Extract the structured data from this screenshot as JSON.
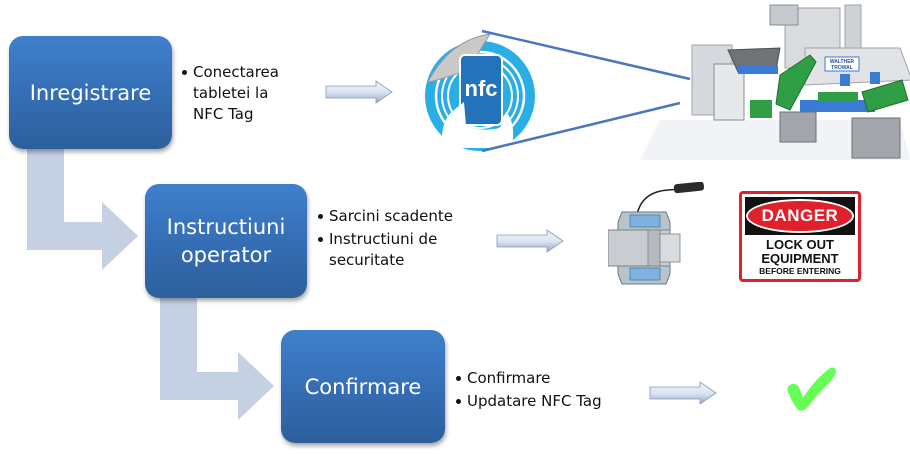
{
  "steps": [
    {
      "title": "Inregistrare",
      "bullets": [
        "Conectarea tabletei la NFC Tag"
      ],
      "bullet_lines": [
        "Conectarea",
        "tabletei la",
        "NFC Tag"
      ]
    },
    {
      "title_lines": [
        "Instructiuni",
        "operator"
      ],
      "bullets": [
        "Sarcini scadente",
        "Instructiuni de securitate"
      ],
      "bullet2_lines": [
        "Instructiuni de",
        "securitate"
      ]
    },
    {
      "title": "Confirmare",
      "bullets": [
        "Confirmare",
        "Updatare NFC Tag"
      ]
    }
  ],
  "images": {
    "nfc_label": "nfc",
    "machine_brand_lines": [
      "WALTHER",
      "TROWAL"
    ],
    "danger_sign": {
      "header": "DANGER",
      "line1": "LOCK OUT",
      "line2": "EQUIPMENT",
      "line3": "BEFORE ENTERING"
    }
  },
  "colors": {
    "step_box": "#3670b8",
    "connector": "#c5d0e3",
    "callout_line": "#4a76bf",
    "check": "#66ff55",
    "danger_red": "#e0202a"
  }
}
